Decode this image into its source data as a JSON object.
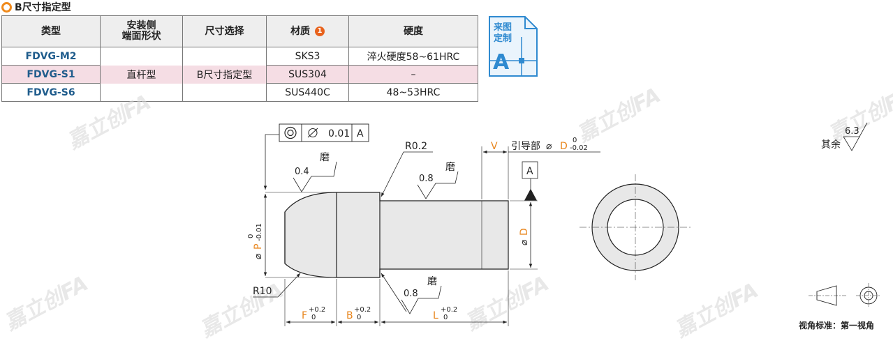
{
  "title": "B尺寸指定型",
  "table": {
    "headers": [
      "类型",
      "安装侧\n端面形状",
      "尺寸选择",
      "材质",
      "硬度"
    ],
    "material_note_badge": "1",
    "rows": [
      {
        "model": "FDVG-M2",
        "material": "SKS3",
        "hardness": "淬火硬度58~61HRC"
      },
      {
        "model": "FDVG-S1",
        "material": "SUS304",
        "hardness": "–"
      },
      {
        "model": "FDVG-S6",
        "material": "SUS440C",
        "hardness": "48~53HRC"
      }
    ],
    "end_shape": "直杆型",
    "size_select": "B尺寸指定型"
  },
  "badge": {
    "line1": "来图",
    "line2": "定制",
    "letter": "A"
  },
  "drawing": {
    "concentricity_value": "0.01",
    "datum": "A",
    "r02": "R0.2",
    "r10": "R10",
    "ra_04": "0.4",
    "ra_08_top": "0.8",
    "ra_08_bottom": "0.8",
    "grind": "磨",
    "v_label": "V",
    "guide_label": "引导部",
    "d_label": "D",
    "d_tol_upper": "0",
    "d_tol_lower": "-0.02",
    "p_label": "P",
    "p_tol_upper": "0",
    "p_tol_lower": "-0.01",
    "dim_d": "D",
    "f_label": "F",
    "b_label": "B",
    "l_label": "L",
    "tol_upper": "+0.2",
    "tol_lower": "0",
    "rest_label": "其余",
    "rest_ra": "6.3",
    "projection": "视角标准：第一视角"
  },
  "colors": {
    "accent_orange": "#e8851c",
    "model_blue": "#1f5c8c",
    "highlight_pink": "#f5dde4",
    "badge_blue": "#2f8ad0"
  },
  "watermark": "嘉立创FA"
}
